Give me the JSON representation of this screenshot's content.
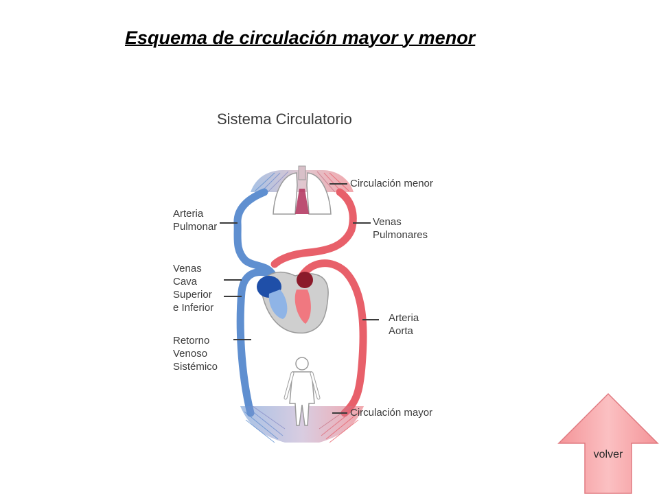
{
  "slide": {
    "title": "Esquema de circulación mayor y menor"
  },
  "diagram": {
    "title": "Sistema Circulatorio",
    "labels": {
      "circulacion_menor": "Circulación menor",
      "arteria_pulmonar": [
        "Arteria",
        "Pulmonar"
      ],
      "venas_pulmonares": [
        "Venas",
        "Pulmonares"
      ],
      "venas_cava": [
        "Venas",
        "Cava",
        "Superior",
        "e Inferior"
      ],
      "arteria_aorta": [
        "Arteria",
        "Aorta"
      ],
      "retorno_venoso": [
        "Retorno",
        "Venoso",
        "Sistémico"
      ],
      "circulacion_mayor": "Circulación mayor"
    },
    "colors": {
      "arterial": "#e8606a",
      "venous": "#5f8fd0",
      "heart": "#cfcfcf",
      "text": "#3a3a3a"
    }
  },
  "nav": {
    "volver_label": "volver",
    "button_color": "#f7a5a8",
    "icon": "up-arrow-icon"
  }
}
